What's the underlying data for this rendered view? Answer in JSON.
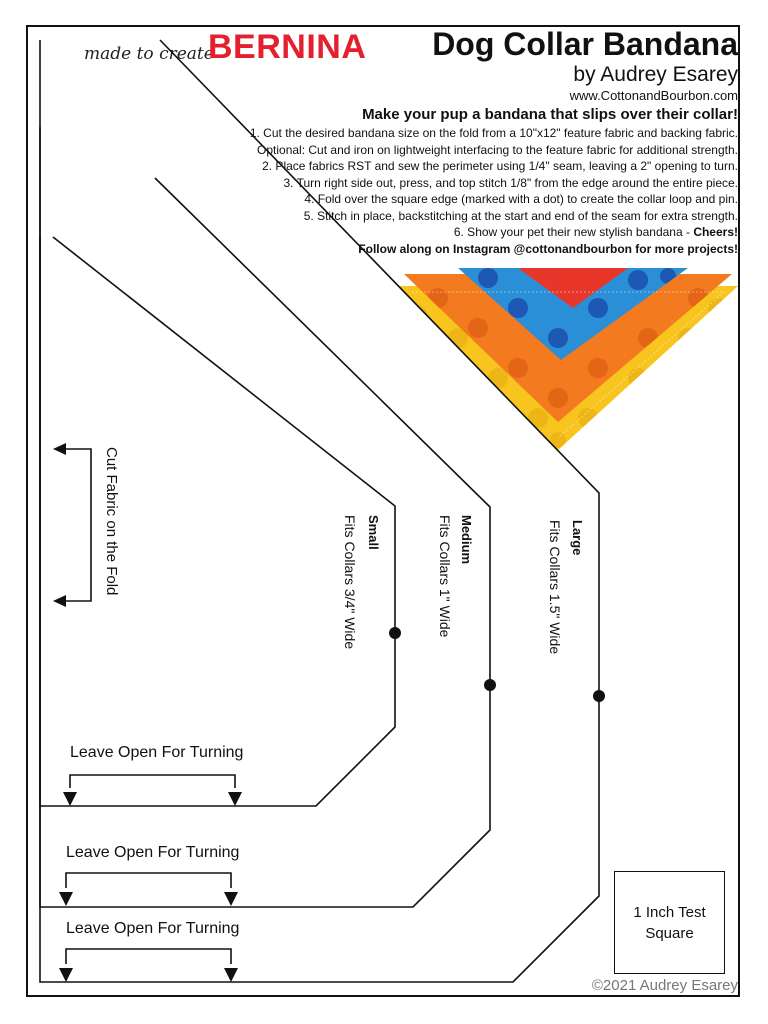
{
  "header": {
    "tagline": "made to create",
    "brand": "BERNINA",
    "brand_color": "#e5202e",
    "title": "Dog Collar Bandana",
    "author": "by Audrey Esarey",
    "website": "www.CottonandBourbon.com",
    "headline": "Make your pup a bandana that slips over their collar!"
  },
  "instructions": {
    "steps": [
      "1. Cut the desired bandana size on the fold from a 10\"x12\" feature fabric and backing fabric.",
      "Optional: Cut and iron on lightweight interfacing to the feature fabric for additional strength.",
      "2. Place fabrics RST and sew the perimeter using 1/4\" seam, leaving a 2\" opening to turn.",
      "3. Turn right side out, press, and top stitch 1/8\" from the edge around the entire piece.",
      "4. Fold over the square edge (marked with a dot) to create the collar loop and pin.",
      "5. Stitch in place, backstitching at the start and end of the seam for extra strength."
    ],
    "step6_prefix": "6. Show your pet their new stylish bandana - ",
    "step6_cheers": "Cheers!",
    "follow": "Follow along on Instagram @cottonandbourbon for more projects!"
  },
  "pattern": {
    "fold_label": "Cut Fabric on the Fold",
    "sizes": [
      {
        "name": "Small",
        "fit": "Fits Collars 3/4\" Wide"
      },
      {
        "name": "Medium",
        "fit": "Fits Collars 1\" Wide"
      },
      {
        "name": "Large",
        "fit": "Fits Collars 1.5\" Wide"
      }
    ],
    "openings": [
      "Leave Open For Turning",
      "Leave Open For Turning",
      "Leave Open For Turning"
    ]
  },
  "test_square": {
    "line1": "1 Inch Test",
    "line2": "Square"
  },
  "copyright": "©2021 Audrey Esarey",
  "colors": {
    "fabric_yellow": "#f7c51e",
    "fabric_orange": "#f47a1f",
    "fabric_blue": "#2a8fd6",
    "fabric_red": "#e8372a"
  }
}
